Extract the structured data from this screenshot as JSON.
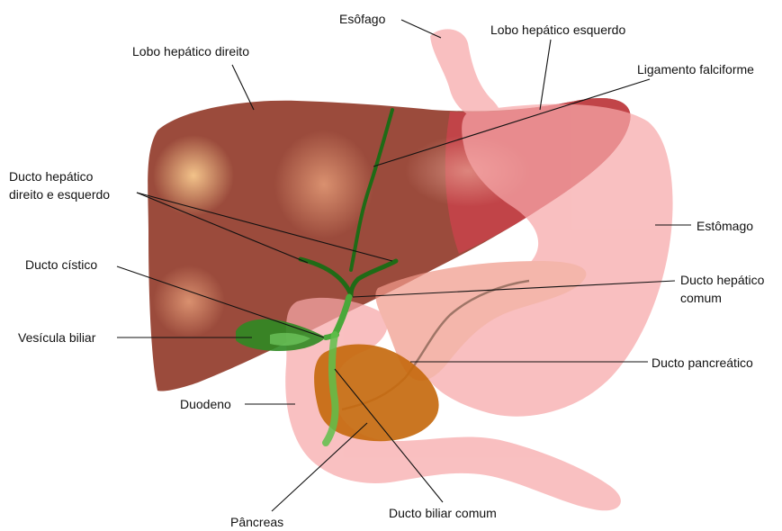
{
  "labels": {
    "esofago": "Esôfago",
    "lobo_direito": "Lobo hepático direito",
    "lobo_esquerdo": "Lobo hepático esquerdo",
    "ligamento": "Ligamento falciforme",
    "ducto_hepatico_l1": "Ducto hepático",
    "ducto_hepatico_l2": "direito e esquerdo",
    "estomago": "Estômago",
    "ducto_cistico": "Ducto cístico",
    "ducto_comum_l1": "Ducto hepático",
    "ducto_comum_l2": "comum",
    "vesicula": "Vesícula biliar",
    "ducto_pancreatico": "Ducto pancreático",
    "duodeno": "Duodeno",
    "pancreas": "Pâncreas",
    "ducto_biliar": "Ducto biliar comum"
  },
  "colors": {
    "liver": "#9b4b3c",
    "liver_dark": "#7f3a2d",
    "stomach": "#f7a7a9",
    "stomach_overlap": "#d9474d",
    "bile_duct": "#1f6b16",
    "gallbladder": "#3a9a2a",
    "pancreas": "#c56a0f",
    "highlight": "#f3c18a"
  }
}
